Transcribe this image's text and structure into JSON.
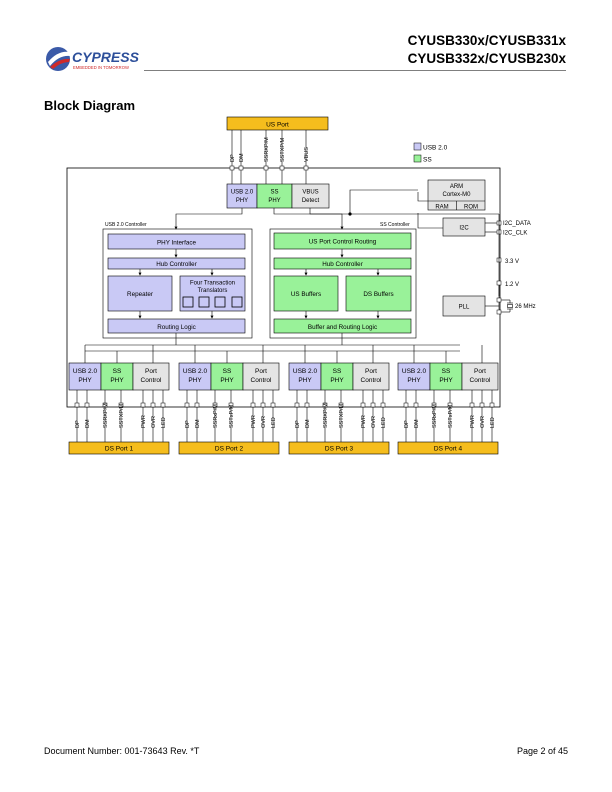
{
  "header": {
    "brand_name": "CYPRESS",
    "brand_tagline": "EMBEDDED IN TOMORROW",
    "title_line1": "CYUSB330x/CYUSB331x",
    "title_line2": "CYUSB332x/CYUSB230x"
  },
  "section_title": "Block Diagram",
  "colors": {
    "usb2": "#c9c9f5",
    "ss": "#99f299",
    "port": "#f5bd1d",
    "neutral": "#e4e4e4"
  },
  "legend": {
    "usb2": "USB 2.0",
    "ss": "SS"
  },
  "us_port": {
    "label": "US Port",
    "pins": [
      "DP",
      "DM",
      "SSRXP/M",
      "SSTXP/M",
      "VBUS"
    ]
  },
  "upstream": {
    "usb2_phy": "USB 2.0 PHY",
    "ss_phy": "SS PHY",
    "vbus_detect": "VBUS Detect"
  },
  "mcu": {
    "core": "ARM Cortex-M0",
    "ram": "RAM",
    "rom": "ROM"
  },
  "i2c": {
    "label": "I2C",
    "data_pin": "I2C_DATA",
    "clk_pin": "I2C_CLK"
  },
  "power": {
    "v33": "3.3 V",
    "v12": "1.2 V"
  },
  "pll": {
    "label": "PLL",
    "freq": "26 MHz"
  },
  "usb2_controller": {
    "caption": "USB 2.0 Controller",
    "phy_interface": "PHY Interface",
    "hub_controller": "Hub Controller",
    "repeater": "Repeater",
    "tt": "Four Transaction Translators",
    "routing_logic": "Routing Logic"
  },
  "ss_controller": {
    "caption": "SS Controller",
    "us_port_routing": "US Port Control Routing",
    "hub_controller": "Hub Controller",
    "us_buffers": "US Buffers",
    "ds_buffers": "DS Buffers",
    "buffer_routing": "Buffer and Routing Logic"
  },
  "ds_blocks": [
    {
      "usb2": "USB 2.0 PHY",
      "ss": "SS PHY",
      "port_ctrl": "Port Control",
      "port_label": "DS Port 1",
      "pins": [
        "DP",
        "DM",
        "SSRXP/M",
        "SSTXP/M",
        "PWR",
        "OVR",
        "LED"
      ]
    },
    {
      "usb2": "USB 2.0 PHY",
      "ss": "SS PHY",
      "port_ctrl": "Port Control",
      "port_label": "DS Port 2",
      "pins": [
        "DP",
        "DM",
        "SSRxP/M",
        "SSTxP/M",
        "PWR",
        "OVR",
        "LED"
      ]
    },
    {
      "usb2": "USB 2.0 PHY",
      "ss": "SS PHY",
      "port_ctrl": "Port Control",
      "port_label": "DS Port 3",
      "pins": [
        "DP",
        "DM",
        "SSRXP/M",
        "SSTXP/M",
        "PWR",
        "OVR",
        "LED"
      ]
    },
    {
      "usb2": "USB 2.0 PHY",
      "ss": "SS PHY",
      "port_ctrl": "Port Control",
      "port_label": "DS Port 4",
      "pins": [
        "DP",
        "DM",
        "SSRxP/M",
        "SSTxP/M",
        "PWR",
        "OVR",
        "LED"
      ]
    }
  ],
  "footer": {
    "doc_number": "Document Number: 001-73643 Rev. *T",
    "page": "Page 2 of 45"
  }
}
